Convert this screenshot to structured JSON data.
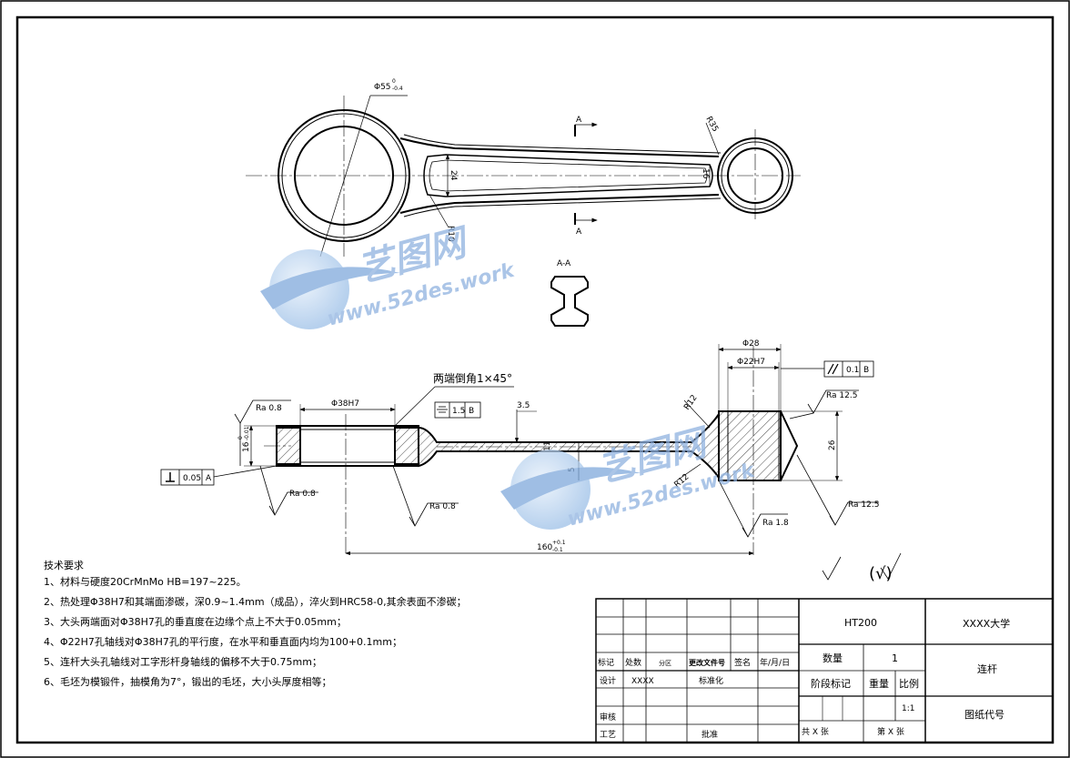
{
  "drawing": {
    "front_view": {
      "dim_big_dia": "Φ55",
      "dim_big_dia_tol_upper": "0",
      "dim_big_dia_tol_lower": "-0.4",
      "dim_r35": "R35",
      "dim_r10": "R10",
      "dim_24": "24",
      "dim_16": "16",
      "section_mark": "A"
    },
    "section_view": {
      "label": "A-A"
    },
    "side_view": {
      "chamfer_note": "两端倒角1×45°",
      "dim_phi38h7": "Φ38H7",
      "dim_phi28": "Φ28",
      "dim_phi22h7": "Φ22H7",
      "dim_3_5": "3.5",
      "dim_5": "5",
      "dim_11": "11",
      "dim_r12": "R12",
      "dim_r12b": "R12",
      "dim_26": "26",
      "dim_16_left": "16",
      "dim_16_tol_upper": "0",
      "dim_16_tol_lower": "-0.01",
      "dim_160": "160",
      "dim_160_tol_upper": "+0.1",
      "dim_160_tol_lower": "-0.1",
      "rough_08_a": "Ra 0.8",
      "rough_08_b": "Ra 0.8",
      "rough_08_c": "Ra 0.8",
      "rough_125_a": "Ra 12.5",
      "rough_125_b": "Ra 12.5",
      "rough_18": "Ra 1.8",
      "gdt_perp_tol": "0.05",
      "gdt_perp_datum": "A",
      "gdt_sym_tol": "1.5",
      "gdt_sym_datum": "B",
      "gdt_par_tol": "0.1",
      "gdt_par_datum": "B",
      "general_rough_paren": "(√)"
    },
    "watermark": {
      "brand": "艺图网",
      "url": "www.52des.work"
    }
  },
  "tech_requirements": {
    "title": "技术要求",
    "items": [
      "1、材料与硬度20CrMnMo HB=197~225。",
      "2、热处理Φ38H7和其端面渗碳，深0.9~1.4mm（成品），淬火到HRC58-0,其余表面不渗碳；",
      "3、大头两端面对Φ38H7孔的垂直度在边缘个点上不大于0.05mm；",
      "4、Φ22H7孔轴线对Φ38H7孔的平行度，在水平和垂直面内均为100+0.1mm；",
      "5、连杆大头孔轴线对工字形杆身轴线的偏移不大于0.75mm；",
      "6、毛坯为模锻件，抽模角为7°，锻出的毛坯，大小头厚度相等；"
    ]
  },
  "title_block": {
    "material": "HT200",
    "school": "XXXX大学",
    "part_name": "连杆",
    "drawing_code": "图纸代号",
    "qty_label": "数量",
    "qty_value": "1",
    "stage_label": "阶段标记",
    "weight_label": "重量",
    "scale_label": "比例",
    "scale_value": "1:1",
    "total_sheets": "共 X 张",
    "sheet_no": "第 X 张",
    "rev_mark": "标记",
    "rev_count": "处数",
    "rev_zone": "分区",
    "rev_doc": "更改文件号",
    "rev_sign": "签名",
    "rev_date": "年/月/日",
    "design": "设计",
    "designer": "XXXX",
    "standardize": "标准化",
    "review": "审核",
    "process": "工艺",
    "approve": "批准"
  }
}
